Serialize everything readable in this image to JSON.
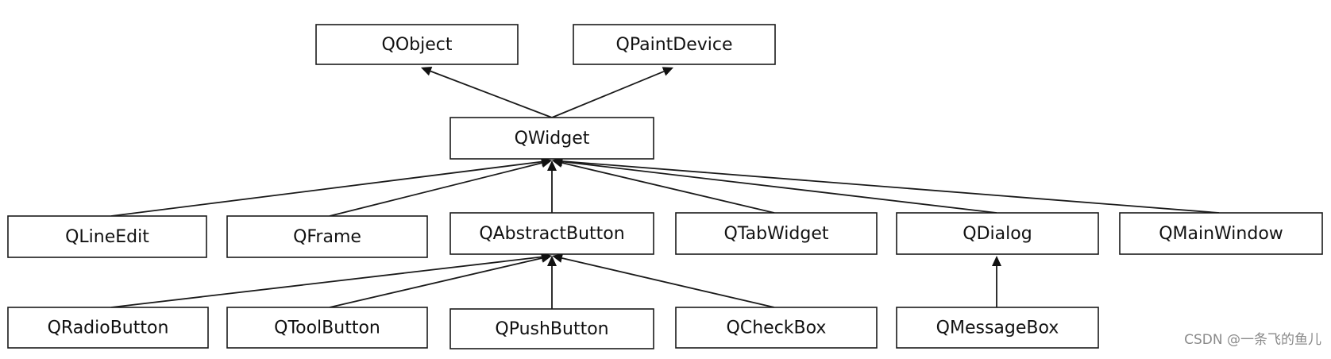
{
  "diagram": {
    "nodes": [
      {
        "id": "QObject",
        "label": "QObject"
      },
      {
        "id": "QPaintDevice",
        "label": "QPaintDevice"
      },
      {
        "id": "QWidget",
        "label": "QWidget"
      },
      {
        "id": "QLineEdit",
        "label": "QLineEdit"
      },
      {
        "id": "QFrame",
        "label": "QFrame"
      },
      {
        "id": "QAbstractButton",
        "label": "QAbstractButton"
      },
      {
        "id": "QTabWidget",
        "label": "QTabWidget"
      },
      {
        "id": "QDialog",
        "label": "QDialog"
      },
      {
        "id": "QMainWindow",
        "label": "QMainWindow"
      },
      {
        "id": "QRadioButton",
        "label": "QRadioButton"
      },
      {
        "id": "QToolButton",
        "label": "QToolButton"
      },
      {
        "id": "QPushButton",
        "label": "QPushButton"
      },
      {
        "id": "QCheckBox",
        "label": "QCheckBox"
      },
      {
        "id": "QMessageBox",
        "label": "QMessageBox"
      }
    ],
    "edges": [
      {
        "from": "QWidget",
        "to": "QObject"
      },
      {
        "from": "QWidget",
        "to": "QPaintDevice"
      },
      {
        "from": "QLineEdit",
        "to": "QWidget"
      },
      {
        "from": "QFrame",
        "to": "QWidget"
      },
      {
        "from": "QAbstractButton",
        "to": "QWidget"
      },
      {
        "from": "QTabWidget",
        "to": "QWidget"
      },
      {
        "from": "QDialog",
        "to": "QWidget"
      },
      {
        "from": "QMainWindow",
        "to": "QWidget"
      },
      {
        "from": "QRadioButton",
        "to": "QAbstractButton"
      },
      {
        "from": "QToolButton",
        "to": "QAbstractButton"
      },
      {
        "from": "QPushButton",
        "to": "QAbstractButton"
      },
      {
        "from": "QCheckBox",
        "to": "QAbstractButton"
      },
      {
        "from": "QMessageBox",
        "to": "QDialog"
      }
    ]
  },
  "watermark": "CSDN @一条飞的鱼儿",
  "colors": {
    "line": "#1a1a1a",
    "text": "#111111",
    "watermark": "#8a8a8a"
  }
}
